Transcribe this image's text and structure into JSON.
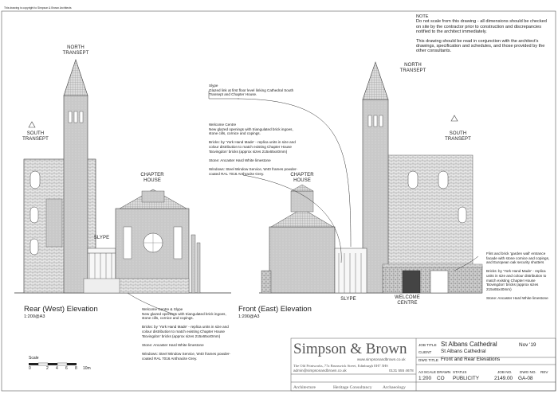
{
  "copyright": "This drawing is copyright to Simpson & Brown Architects",
  "note": {
    "heading": "NOTE",
    "p1": "Do not scale from this drawing - all dimensions should be checked on site by the contractor prior to construction and discrepancies notified to the architect immediately.",
    "p2": "This drawing should be read in conjunction with the architect's drawings, specification and schedules, and those provided by the other consultants."
  },
  "labels": {
    "north_transept": "NORTH\nTRANSEPT",
    "south_transept": "SOUTH\nTRANSEPT",
    "chapter_house_left": "CHAPTER\nHOUSE",
    "chapter_house_right": "CHAPTER\nHOUSE",
    "slype_left": "SLYPE",
    "slype_right": "SLYPE",
    "welcome_centre": "WELCOME\nCENTRE"
  },
  "annotations": {
    "slype": "Slype\nGlazed link at first floor level linking Cathedral South Transept and Chapter House.",
    "welcome_top": "Welcome Centre\nNew glazed openings with triangulated brick ingoes, stone cills, cornice and copings.\n\nBricks: by 'York Hand Made' - replica units in size and colour distribution to match existing Chapter House 'Bovingdon' bricks (approx sizes 215x65x40mm)\n\nStone: Ancaster Hard White limestone\n\nWindows: Steel Window Service, W40 frames powder-coated RAL 7016 Anthracite Grey.",
    "welcome_bottom": "Welcome Centre & Slype\nNew glazed openings with triangulated brick ingoes, stone cills, cornice and copings.\n\nBricks: by 'York Hand Made' - replica units in size and colour distribution to match existing Chapter House 'Bovingdon' bricks (approx sizes 215x65x40mm)\n\nStone: Ancaster Hard White limestone\n\nWindows: Steel Window Service, W40 frames powder-coated RAL 7016 Anthracite Grey.",
    "garden_wall": "Flint and brick 'garden wall' entrance facade with stone cornice and copings, and European oak security shutters\n\nBricks: by 'York Hand Made' - replica units in size and colour distribution to match existing Chapter House 'Bovingdon' bricks (approx sizes 215x65x40mm)\n\nStone: Ancaster Hard White limestone"
  },
  "elevations": {
    "left_title": "Rear (West) Elevation",
    "left_scale": "1:200@A3",
    "right_title": "Front (East) Elevation",
    "right_scale": "1:200@A3"
  },
  "scale_bar": {
    "label": "Scale",
    "ticks": [
      "0",
      "2",
      "4",
      "6",
      "8",
      "10m"
    ]
  },
  "title_block": {
    "firm": "Simpson & Brown",
    "web": "www.simpsonandbrown.co.uk",
    "address": "The Old Printworks, 77a Brunswick Street, Edinburgh  EH7 5HS",
    "email": "admin@simpsonandbrown.co.uk",
    "phone": "0131 555 4678",
    "services": [
      "Architecture",
      "Heritage Consultancy",
      "Archaeology"
    ],
    "job_title_label": "JOB TITLE",
    "job_title": "St Albans Cathedral",
    "date": "Nov '19",
    "client_label": "CLIENT",
    "client": "St Albans Cathedral",
    "dwg_title_label": "DWG TITLE",
    "dwg_title": "Front and Rear Elevations",
    "fields_labels": [
      "A3 SCALE",
      "DRAWN",
      "STATUS",
      "JOB NO.",
      "DWG NO.",
      "REV"
    ],
    "fields_values": [
      "1:200",
      "CO",
      "PUBLICITY",
      "2149.00",
      "GA-08",
      ""
    ]
  }
}
